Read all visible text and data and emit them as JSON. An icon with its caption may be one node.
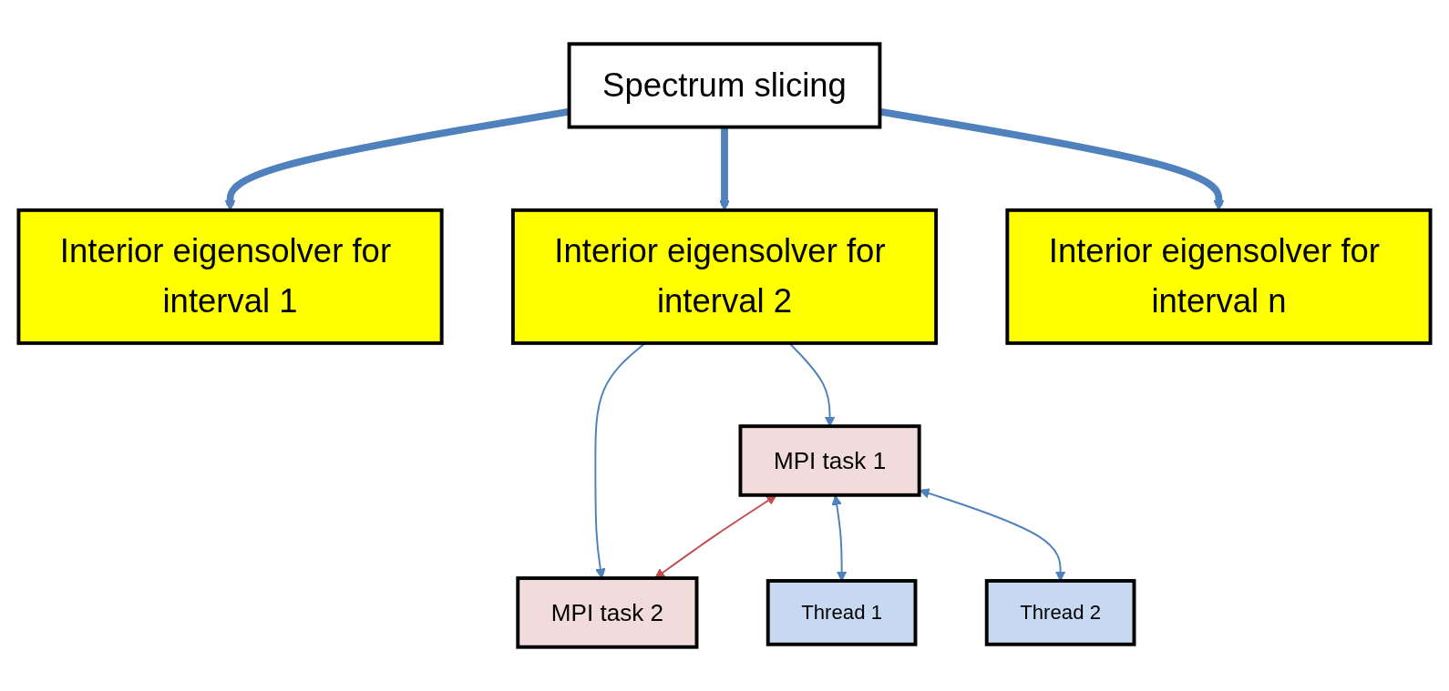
{
  "diagram": {
    "nodes": [
      {
        "text": [
          "Spectrum slicing"
        ]
      },
      {
        "text": [
          "Interior eigensolver for interval 1"
        ]
      },
      {
        "text": [
          "Interior eigensolver for interval 2"
        ]
      },
      {
        "text": [
          "Interior eigensolver for interval n"
        ]
      },
      {
        "text": [
          "MPI task 1"
        ]
      },
      {
        "text": [
          "MPI task 2"
        ]
      },
      {
        "text": [
          "Thread 1"
        ]
      },
      {
        "text": [
          "Thread 2"
        ]
      }
    ],
    "edges": [
      {
        "from": 0,
        "to": 1,
        "arrow": "to",
        "style": "thick"
      },
      {
        "from": 0,
        "to": 2,
        "arrow": "to",
        "style": "thick"
      },
      {
        "from": 0,
        "to": 3,
        "arrow": "to",
        "style": "thick"
      },
      {
        "from": 2,
        "to": 4,
        "arrow": "to"
      },
      {
        "from": 2,
        "to": 5,
        "arrow": "to"
      },
      {
        "from": 4,
        "to": 5,
        "arrow": "both",
        "color": "#c0504d"
      },
      {
        "from": 4,
        "to": 6,
        "arrow": "both"
      },
      {
        "from": 4,
        "to": 7,
        "arrow": "both"
      }
    ]
  }
}
